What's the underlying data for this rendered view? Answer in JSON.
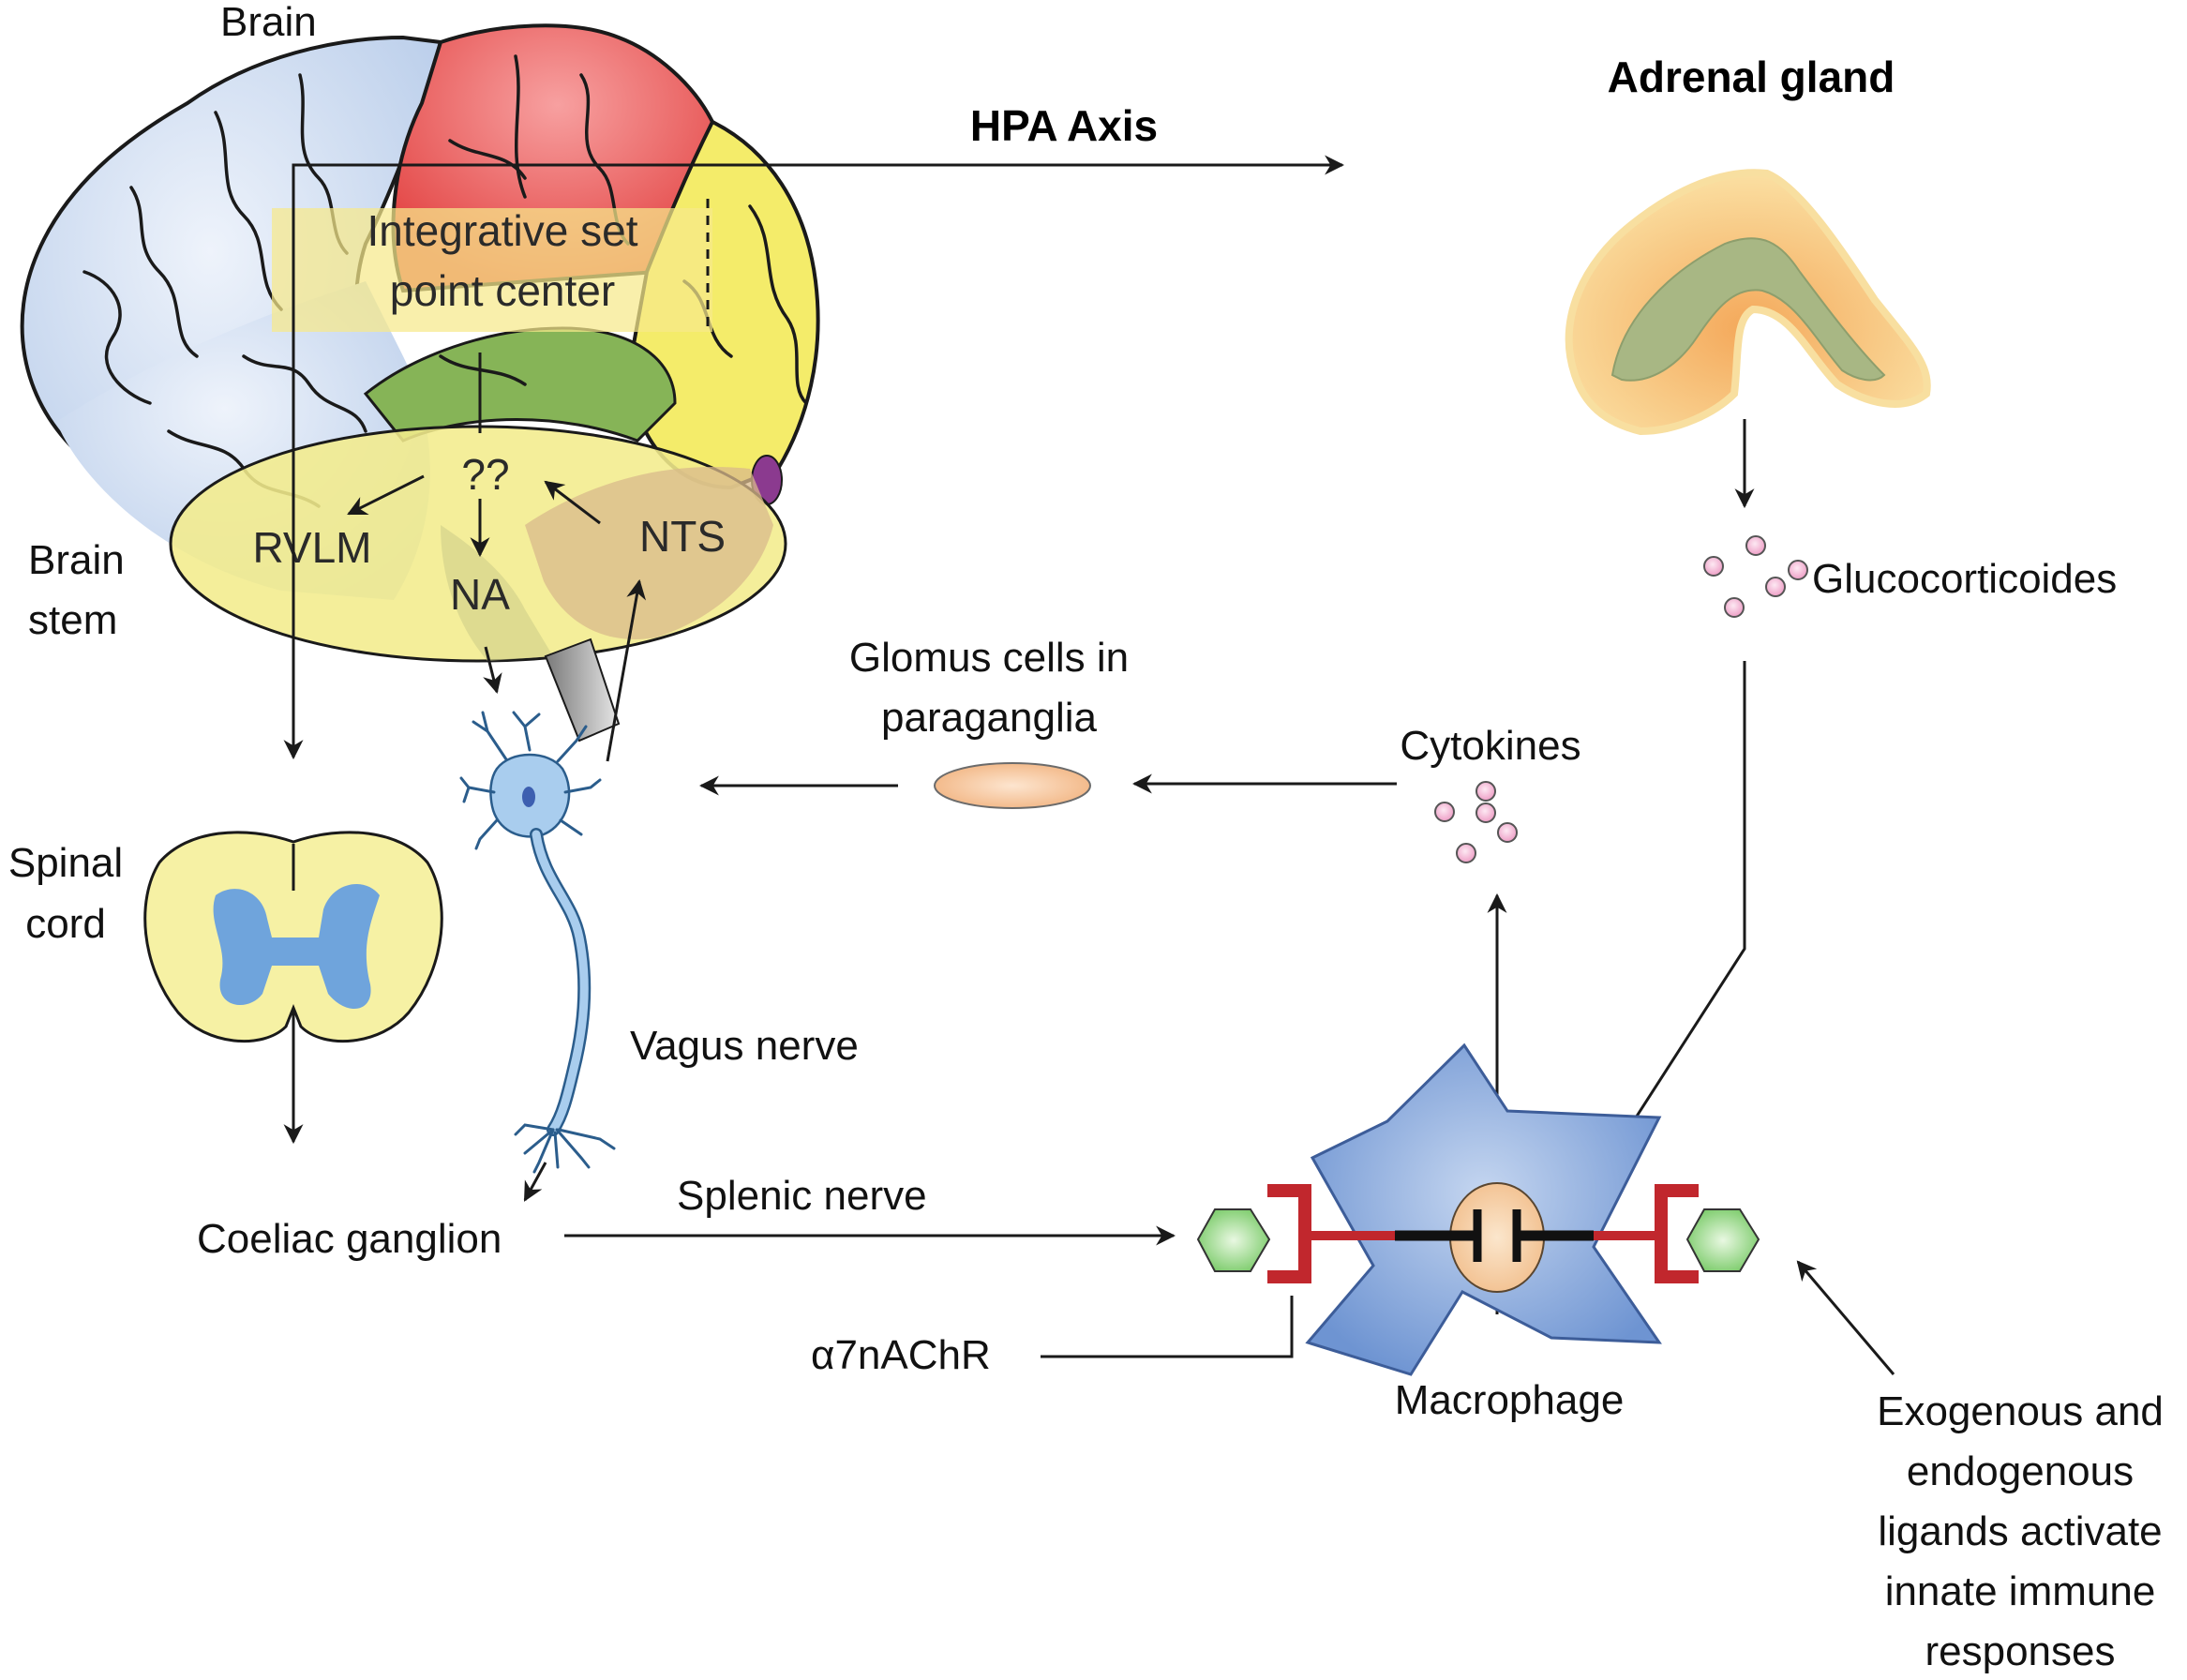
{
  "labels": {
    "brain": "Brain",
    "brain_stem_line1": "Brain",
    "brain_stem_line2": "stem",
    "integrative_line1": "Integrative set",
    "integrative_line2": "point center",
    "unknown": "??",
    "rvlm": "RVLM",
    "na": "NA",
    "nts": "NTS",
    "hpa_axis": "HPA Axis",
    "adrenal_gland": "Adrenal gland",
    "glucocorticoides": "Glucocorticoides",
    "glomus_line1": "Glomus cells in",
    "glomus_line2": "paraganglia",
    "cytokines": "Cytokines",
    "spinal_line1": "Spinal",
    "spinal_line2": "cord",
    "vagus_nerve": "Vagus nerve",
    "coeliac_ganglion": "Coeliac ganglion",
    "splenic_nerve": "Splenic nerve",
    "receptor": "α7nAChR",
    "macrophage": "Macrophage",
    "ligands_line1": "Exogenous and",
    "ligands_line2": "endogenous",
    "ligands_line3": "ligands activate",
    "ligands_line4": "innate immune",
    "ligands_line5": "responses"
  },
  "colors": {
    "brain_blue": "#c9d8ee",
    "brain_red": "#e8504f",
    "brain_yellow": "#f4ec6a",
    "brain_green": "#86b457",
    "brainstem_fill": "#f2ec8c",
    "spinal_grey_matter": "#6fa4dc",
    "neuron": "#a9cdee",
    "glomus": "#f5c69a",
    "particle": "#f2b6d6",
    "macrophage": "#7fa2d8",
    "nucleus": "#f6cfa2",
    "receptor_red": "#c1272d",
    "ligand_green": "#9bd68a",
    "adrenal_cortex": "#f1b35e",
    "adrenal_medulla": "#a8b784"
  }
}
